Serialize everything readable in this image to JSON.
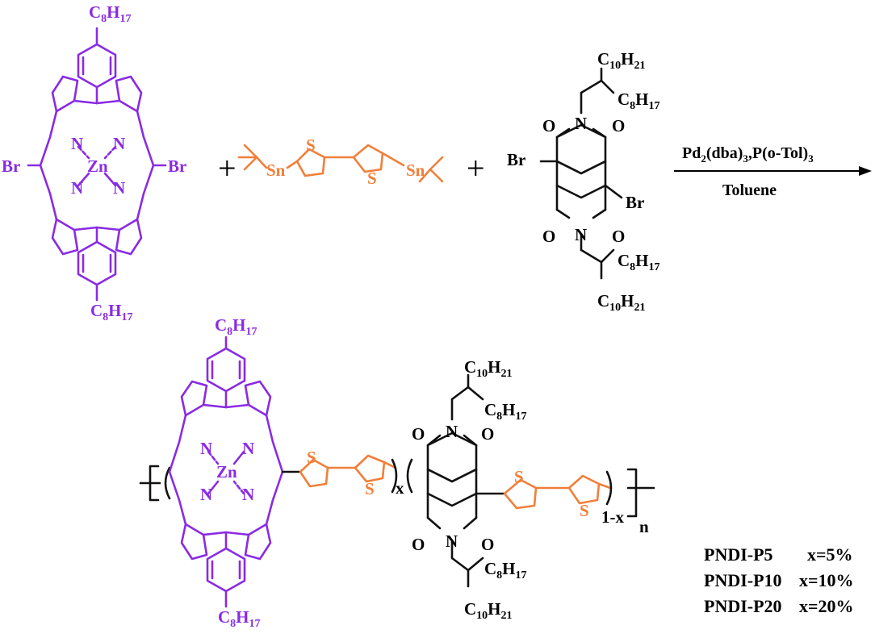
{
  "reaction": {
    "plus": "+",
    "catalyst_main": "Pd",
    "catalyst_sub1": "2",
    "catalyst_mid": "(dba)",
    "catalyst_sub2": "3",
    "catalyst_tail": ",P(o-Tol)",
    "catalyst_sub3": "3",
    "solvent": "Toluene"
  },
  "atoms": {
    "zn": "Zn",
    "n": "N",
    "br": "Br",
    "s": "S",
    "sn": "Sn",
    "o": "O",
    "c": "C",
    "h": "H",
    "c8": "8",
    "c10": "10",
    "h17": "17",
    "h21": "21"
  },
  "polymer": {
    "x_label": "x",
    "one_minus_x": "1-x",
    "n_label": "n"
  },
  "table": [
    {
      "name": "PNDI-P5",
      "value": "x=5%"
    },
    {
      "name": "PNDI-P10",
      "value": "x=10%"
    },
    {
      "name": "PNDI-P20",
      "value": "x=20%"
    }
  ],
  "colors": {
    "porphyrin": "#8a2be2",
    "bithiophene": "#f07f3a",
    "ndi": "#111111"
  }
}
